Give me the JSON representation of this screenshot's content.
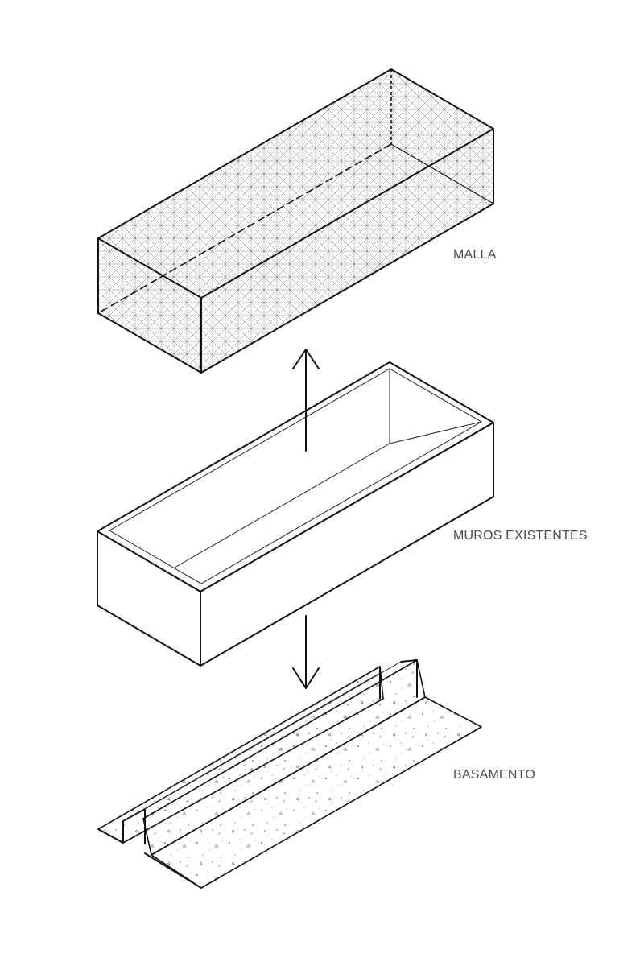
{
  "labels": {
    "malla": "MALLA",
    "muros": "MUROS EXISTENTES",
    "basamento": "BASAMENTO"
  },
  "colors": {
    "line": "#111111",
    "mesh": "#6f6f6f",
    "label_text": "#4a4a4a",
    "background": "#ffffff"
  },
  "icons": {
    "up_arrow": "arrow-up-icon",
    "down_arrow": "arrow-down-icon"
  }
}
